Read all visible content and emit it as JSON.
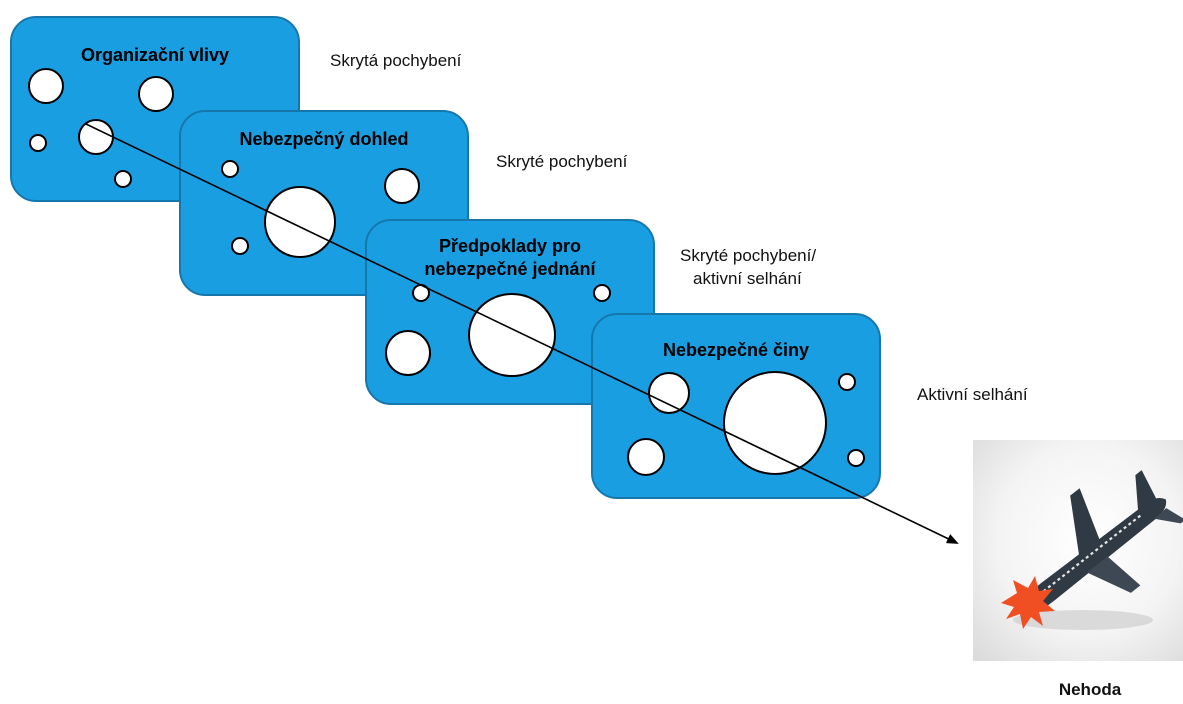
{
  "layers": [
    {
      "title": "Organizační vlivy",
      "label": "Skrytá pochybení"
    },
    {
      "title": "Nebezpečný dohled",
      "label": "Skryté pochybení"
    },
    {
      "title": "Předpoklady pro nebezpečné jednání",
      "title_line1": "Předpoklady pro",
      "title_line2": "nebezpečné jednání",
      "label_line1": "Skryté pochybení/",
      "label_line2": "aktivní selhání"
    },
    {
      "title": "Nebezpečné činy",
      "label": "Aktivní selhání"
    }
  ],
  "outcome": {
    "label": "Nehoda",
    "icon": "crashing-airplane-icon"
  },
  "colors": {
    "layer_fill": "#1a9ee2",
    "layer_border": "#1677ad",
    "explosion": "#f04e23",
    "plane": "#2f3a44"
  }
}
